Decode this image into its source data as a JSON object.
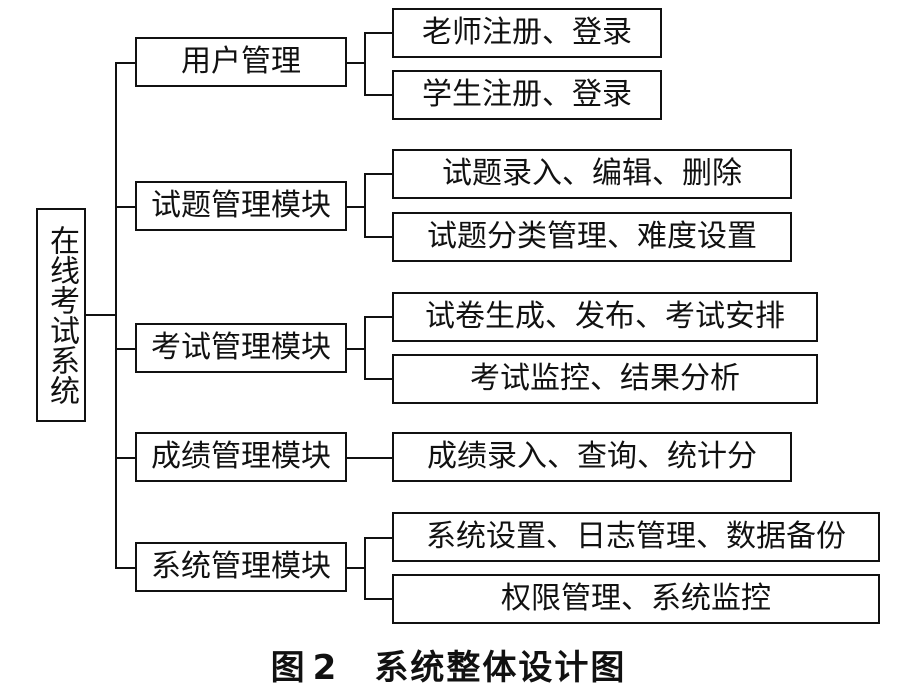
{
  "root": {
    "label": "在线考试系统"
  },
  "modules": [
    {
      "label": "用户管理",
      "items": [
        "老师注册、登录",
        "学生注册、登录"
      ]
    },
    {
      "label": "试题管理模块",
      "items": [
        "试题录入、编辑、删除",
        "试题分类管理、难度设置"
      ]
    },
    {
      "label": "考试管理模块",
      "items": [
        "试卷生成、发布、考试安排",
        "考试监控、结果分析"
      ]
    },
    {
      "label": "成绩管理模块",
      "items": [
        "成绩录入、查询、统计分"
      ]
    },
    {
      "label": "系统管理模块",
      "items": [
        "系统设置、日志管理、数据备份",
        "权限管理、系统监控"
      ]
    }
  ],
  "caption": {
    "figure": "图",
    "number": "2",
    "title": "系统整体设计图"
  }
}
